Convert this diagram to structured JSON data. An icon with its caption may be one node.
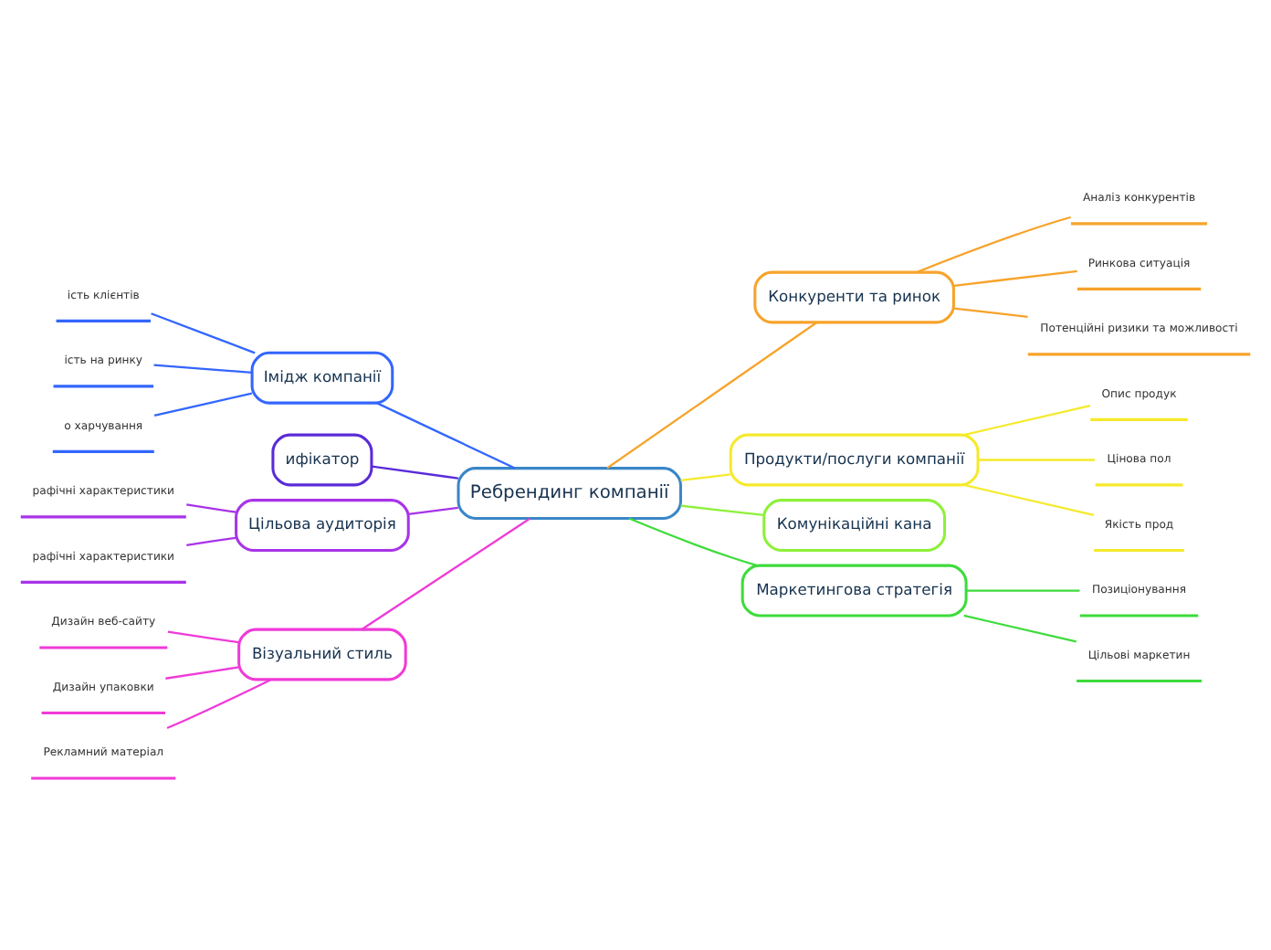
{
  "diagram": {
    "nodes": [
      {
        "text": [
          "Ребрендинг компанії"
        ]
      },
      {
        "text": [
          "Імідж компанії"
        ]
      },
      {
        "text": [
          "ість клієнтів"
        ]
      },
      {
        "text": [
          "ість на ринку"
        ]
      },
      {
        "text": [
          "о харчування"
        ]
      },
      {
        "text": [
          "Конкуренти та ринок"
        ]
      },
      {
        "text": [
          "Аналіз конкурентів"
        ]
      },
      {
        "text": [
          "Ринкова ситуація"
        ]
      },
      {
        "text": [
          "Потенційні ризики та можливості"
        ]
      },
      {
        "text": [
          "Продукти/послуги компанії"
        ]
      },
      {
        "text": [
          "Опис продук"
        ]
      },
      {
        "text": [
          "Цінова пол"
        ]
      },
      {
        "text": [
          "Якість прод"
        ]
      },
      {
        "text": [
          "ифікатор"
        ]
      },
      {
        "text": [
          "Комунікаційні кана"
        ]
      },
      {
        "text": [
          "Цільова аудиторія"
        ]
      },
      {
        "text": [
          "рафічні характеристики"
        ]
      },
      {
        "text": [
          "рафічні характеристики"
        ]
      },
      {
        "text": [
          "Маркетингова стратегія"
        ]
      },
      {
        "text": [
          "Позиціонування"
        ]
      },
      {
        "text": [
          "Цільові маркетин"
        ]
      },
      {
        "text": [
          "Візуальний стиль"
        ]
      },
      {
        "text": [
          "Дизайн веб-сайту"
        ]
      },
      {
        "text": [
          "Дизайн упаковки"
        ]
      },
      {
        "text": [
          "Рекламний матеріал"
        ]
      }
    ],
    "edges": [
      {
        "from": 0,
        "to": 1,
        "arrow": "none",
        "color": "#3366ff"
      },
      {
        "from": 1,
        "to": 2,
        "arrow": "none",
        "color": "#3366ff"
      },
      {
        "from": 1,
        "to": 3,
        "arrow": "none",
        "color": "#3366ff"
      },
      {
        "from": 1,
        "to": 4,
        "arrow": "none",
        "color": "#3366ff"
      },
      {
        "from": 0,
        "to": 5,
        "arrow": "none",
        "color": "#f7a32b"
      },
      {
        "from": 5,
        "to": 6,
        "arrow": "none",
        "color": "#f7a32b"
      },
      {
        "from": 5,
        "to": 7,
        "arrow": "none",
        "color": "#f7a32b"
      },
      {
        "from": 5,
        "to": 8,
        "arrow": "none",
        "color": "#f7a32b"
      },
      {
        "from": 0,
        "to": 9,
        "arrow": "none",
        "color": "#f5ea2a"
      },
      {
        "from": 9,
        "to": 10,
        "arrow": "none",
        "color": "#f5ea2a"
      },
      {
        "from": 9,
        "to": 11,
        "arrow": "none",
        "color": "#f5ea2a"
      },
      {
        "from": 9,
        "to": 12,
        "arrow": "none",
        "color": "#f5ea2a"
      },
      {
        "from": 0,
        "to": 13,
        "arrow": "none",
        "color": "#5a2bd9"
      },
      {
        "from": 0,
        "to": 14,
        "arrow": "none",
        "color": "#8ef03a"
      },
      {
        "from": 0,
        "to": 15,
        "arrow": "none",
        "color": "#a833e8"
      },
      {
        "from": 15,
        "to": 16,
        "arrow": "none",
        "color": "#a833e8"
      },
      {
        "from": 15,
        "to": 17,
        "arrow": "none",
        "color": "#a833e8"
      },
      {
        "from": 0,
        "to": 18,
        "arrow": "none",
        "color": "#3ddc3a"
      },
      {
        "from": 18,
        "to": 19,
        "arrow": "none",
        "color": "#3ddc3a"
      },
      {
        "from": 18,
        "to": 20,
        "arrow": "none",
        "color": "#3ddc3a"
      },
      {
        "from": 0,
        "to": 21,
        "arrow": "none",
        "color": "#f03ad8"
      },
      {
        "from": 21,
        "to": 22,
        "arrow": "none",
        "color": "#f03ad8"
      },
      {
        "from": 21,
        "to": 23,
        "arrow": "none",
        "color": "#f03ad8"
      },
      {
        "from": 21,
        "to": 24,
        "arrow": "none",
        "color": "#f03ad8"
      }
    ]
  }
}
